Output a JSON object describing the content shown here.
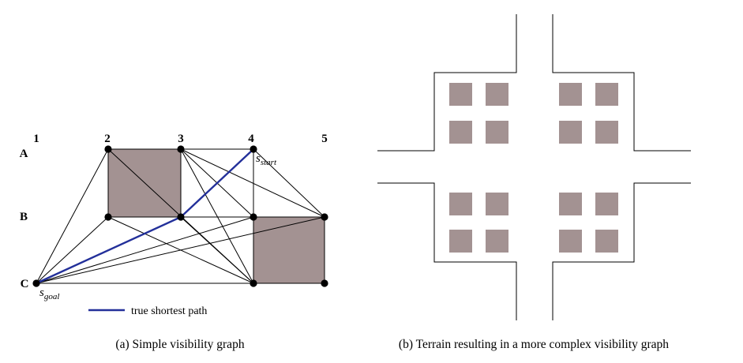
{
  "panel_a": {
    "column_labels": [
      "1",
      "2",
      "3",
      "4",
      "5"
    ],
    "row_labels": [
      "A",
      "B",
      "C"
    ],
    "start_label": {
      "base": "s",
      "subscript": "start"
    },
    "goal_label": {
      "base": "s",
      "subscript": "goal"
    },
    "legend_text": "true shortest path",
    "caption": "(a)  Simple visibility graph",
    "colors": {
      "obstacle": "#a39292",
      "path": "#23309a",
      "edge": "#000000"
    }
  },
  "panel_b": {
    "caption": "(b)  Terrain resulting in a more complex visibility graph",
    "colors": {
      "obstacle": "#a39292",
      "wall": "#000000"
    }
  }
}
